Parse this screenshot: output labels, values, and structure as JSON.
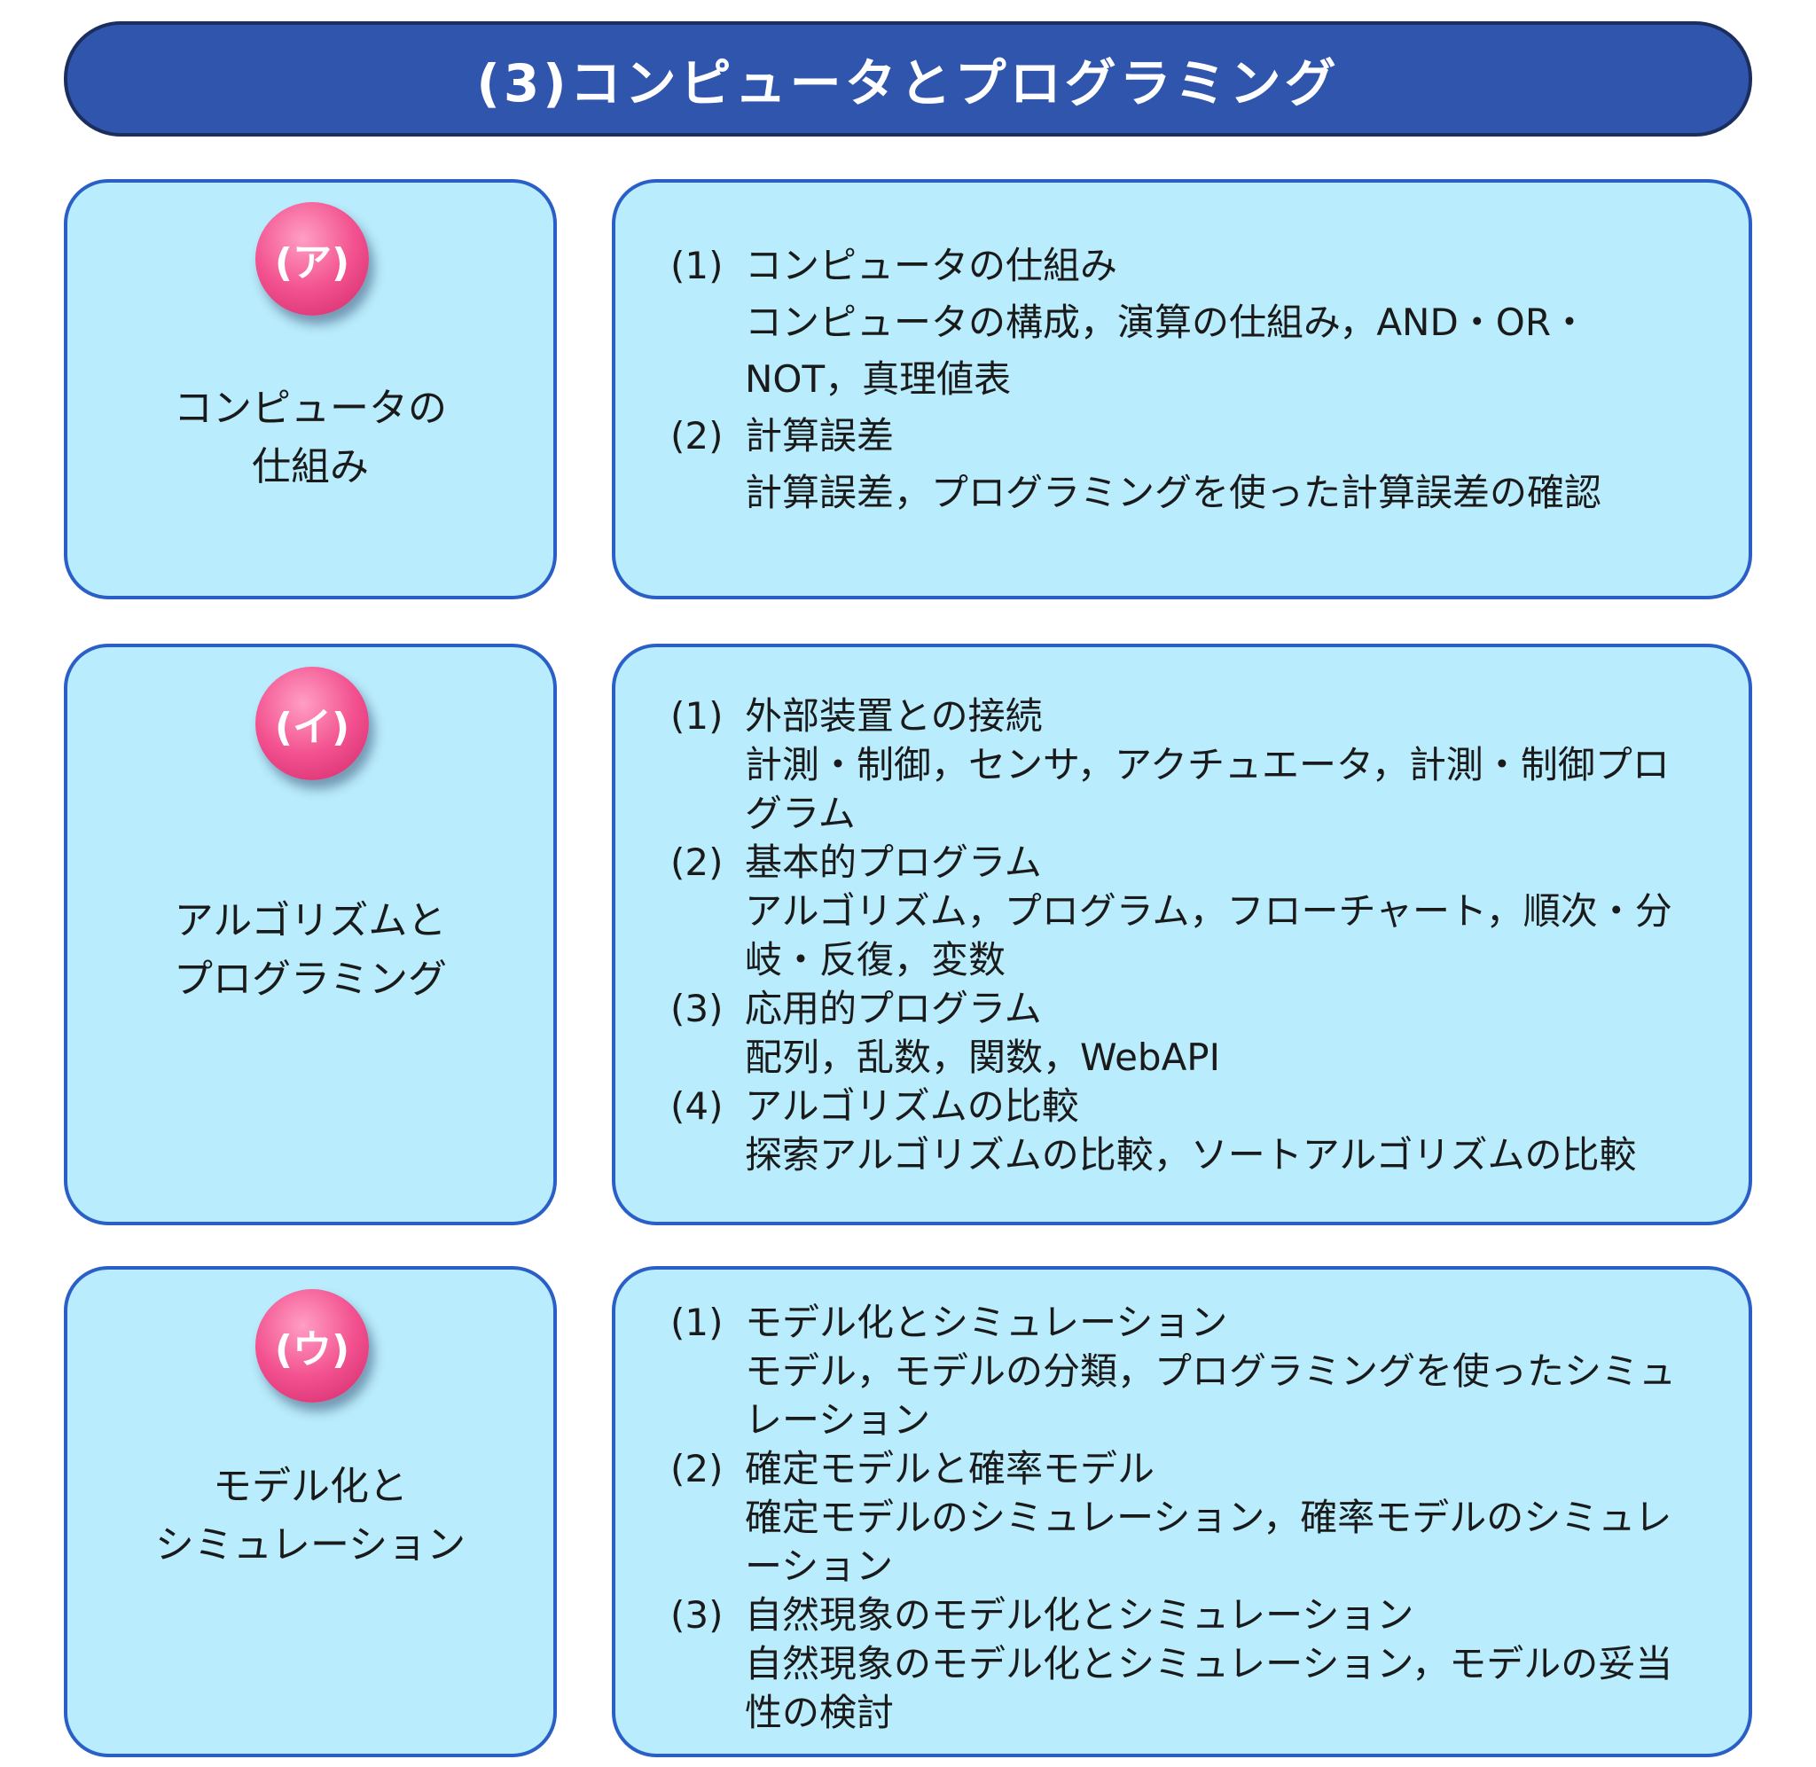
{
  "header": {
    "title": "(3)コンピュータとプログラミング"
  },
  "sections": [
    {
      "badge": "(ア)",
      "title_lines": [
        "コンピュータの",
        "仕組み"
      ],
      "items": [
        {
          "num": "(1)",
          "heading": "コンピュータの仕組み",
          "detail": "コンピュータの構成，演算の仕組み，AND・OR・NOT，真理値表"
        },
        {
          "num": "(2)",
          "heading": "計算誤差",
          "detail": "計算誤差，プログラミングを使った計算誤差の確認"
        }
      ]
    },
    {
      "badge": "(イ)",
      "title_lines": [
        "アルゴリズムと",
        "プログラミング"
      ],
      "items": [
        {
          "num": "(1)",
          "heading": "外部装置との接続",
          "detail": "計測・制御，センサ，アクチュエータ，計測・制御プログラム"
        },
        {
          "num": "(2)",
          "heading": "基本的プログラム",
          "detail": "アルゴリズム，プログラム，フローチャート，順次・分岐・反復，変数"
        },
        {
          "num": "(3)",
          "heading": "応用的プログラム",
          "detail": "配列，乱数，関数，WebAPI"
        },
        {
          "num": "(4)",
          "heading": "アルゴリズムの比較",
          "detail": "探索アルゴリズムの比較，ソートアルゴリズムの比較"
        }
      ]
    },
    {
      "badge": "(ウ)",
      "title_lines": [
        "モデル化と",
        "シミュレーション"
      ],
      "items": [
        {
          "num": "(1)",
          "heading": "モデル化とシミュレーション",
          "detail": "モデル，モデルの分類，プログラミングを使ったシミュレーション"
        },
        {
          "num": "(2)",
          "heading": "確定モデルと確率モデル",
          "detail": "確定モデルのシミュレーション，確率モデルのシミュレーション"
        },
        {
          "num": "(3)",
          "heading": "自然現象のモデル化とシミュレーション",
          "detail": "自然現象のモデル化とシミュレーション，モデルの妥当性の検討"
        }
      ]
    }
  ]
}
